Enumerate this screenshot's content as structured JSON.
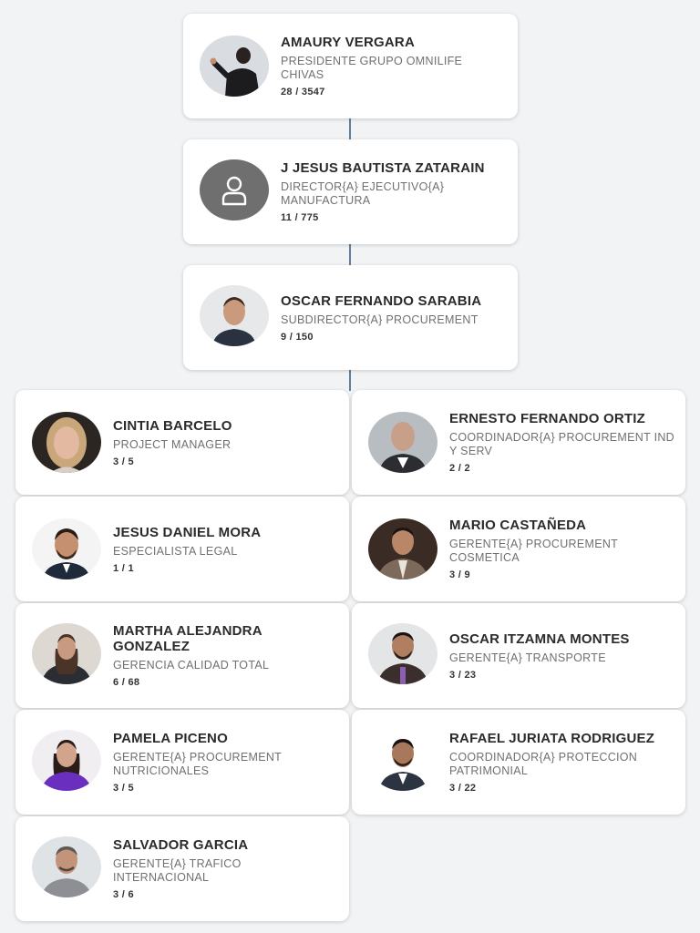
{
  "colors": {
    "background": "#f2f3f5",
    "card": "#ffffff",
    "connector": "#5f7f9f",
    "name_text": "#2b2b2b",
    "role_text": "#707070",
    "placeholder_avatar": "#6f6f6f"
  },
  "chain": [
    {
      "name": "AMAURY VERGARA",
      "role": "PRESIDENTE GRUPO OMNILIFE CHIVAS",
      "count": "28 / 3547"
    },
    {
      "name": "J JESUS BAUTISTA ZATARAIN",
      "role": "DIRECTOR{A} EJECUTIVO{A} MANUFACTURA",
      "count": "11 / 775"
    },
    {
      "name": "OSCAR FERNANDO SARABIA",
      "role": "SUBDIRECTOR{A} PROCUREMENT",
      "count": "9 / 150"
    }
  ],
  "reports": [
    {
      "name": "CINTIA BARCELO",
      "role": "PROJECT MANAGER",
      "count": "3 / 5"
    },
    {
      "name": "ERNESTO FERNANDO ORTIZ",
      "role": "COORDINADOR{A} PROCUREMENT IND Y SERV",
      "count": "2 / 2"
    },
    {
      "name": "JESUS DANIEL MORA",
      "role": "ESPECIALISTA LEGAL",
      "count": "1 / 1"
    },
    {
      "name": "MARIO CASTAÑEDA",
      "role": "GERENTE{A} PROCUREMENT COSMETICA",
      "count": "3 / 9"
    },
    {
      "name": "MARTHA ALEJANDRA GONZALEZ",
      "role": "GERENCIA CALIDAD TOTAL",
      "count": "6 / 68"
    },
    {
      "name": "OSCAR ITZAMNA MONTES",
      "role": "GERENTE{A} TRANSPORTE",
      "count": "3 / 23"
    },
    {
      "name": "PAMELA PICENO",
      "role": "GERENTE{A} PROCUREMENT NUTRICIONALES",
      "count": "3 / 5"
    },
    {
      "name": "RAFAEL JURIATA RODRIGUEZ",
      "role": "COORDINADOR{A} PROTECCION PATRIMONIAL",
      "count": "3 / 22"
    },
    {
      "name": "SALVADOR GARCIA",
      "role": "GERENTE{A} TRAFICO INTERNACIONAL",
      "count": "3 / 6"
    }
  ]
}
